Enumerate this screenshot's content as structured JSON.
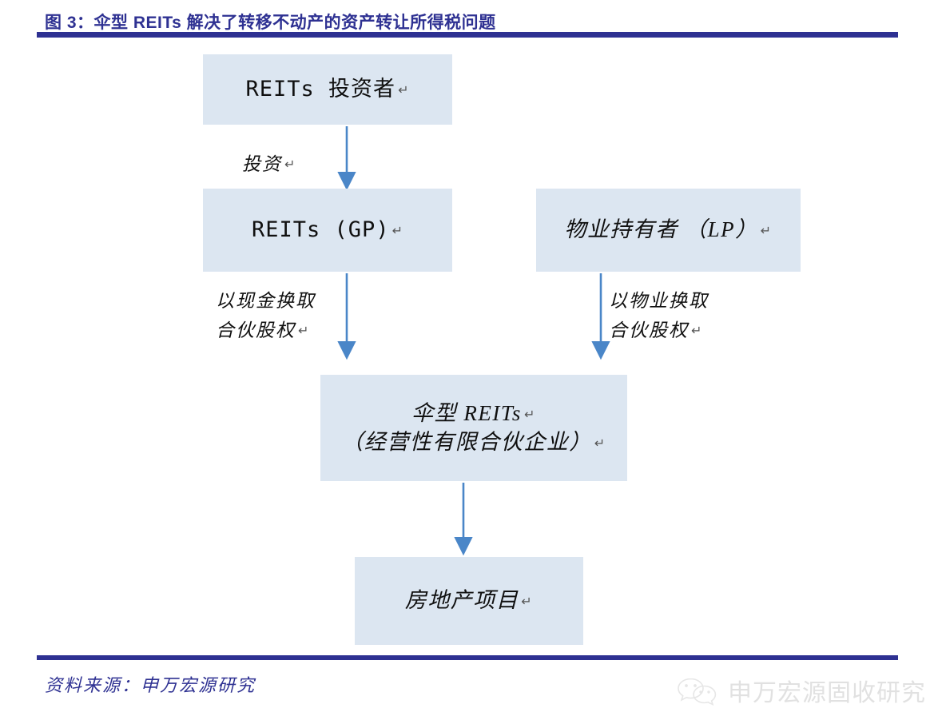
{
  "figure": {
    "title": "图 3：伞型 REITs 解决了转移不动产的资产转让所得税问题",
    "accent_color": "#2e3192",
    "box_fill_color": "#dce6f1",
    "arrow_color": "#4a86c8"
  },
  "nodes": {
    "investors": {
      "line1": "REITs 投资者",
      "cr": "↵"
    },
    "reits_gp": {
      "line1": "REITs (GP)",
      "cr": "↵"
    },
    "property_holder_lp": {
      "line1": "物业持有者 （LP）",
      "cr": "↵"
    },
    "umbrella_reits": {
      "line1": "伞型 REITs",
      "cr1": "↵",
      "line2": "（经营性有限合伙企业）",
      "cr2": "↵"
    },
    "real_estate_project": {
      "line1": "房地产项目",
      "cr": "↵"
    }
  },
  "edges": {
    "invest": {
      "text": "投资",
      "cr": "↵"
    },
    "cash_for_equity": {
      "line1": "以现金换取",
      "line2": "合伙股权",
      "cr": "↵"
    },
    "asset_for_equity": {
      "line1": "以物业换取",
      "line2": "合伙股权",
      "cr": "↵"
    }
  },
  "footer": {
    "source": "资料来源：申万宏源研究",
    "watermark_text": "申万宏源固收研究",
    "watermark_icon": "wechat-icon"
  }
}
